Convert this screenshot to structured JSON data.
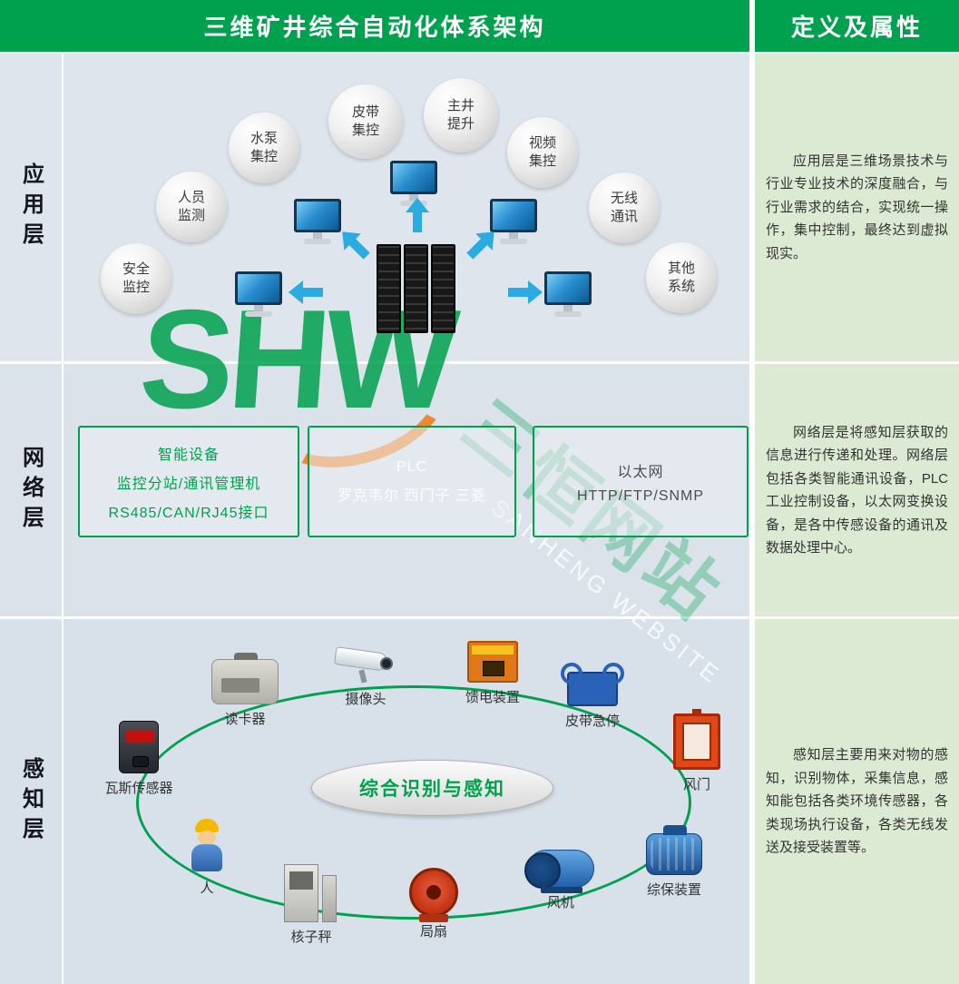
{
  "header": {
    "title": "三维矿井综合自动化体系架构",
    "right_title": "定义及属性"
  },
  "colors": {
    "green": "#00a14e",
    "arrow_blue": "#2aace3",
    "row_bg": "#dce4ec",
    "desc_bg": "#dcead3"
  },
  "watermark": {
    "logo": "SHW",
    "cn": "三恒网站",
    "en": "SANHENG WEBSITE"
  },
  "layers": [
    {
      "label": "应用层",
      "description": "应用层是三维场景技术与行业专业技术的深度融合，与行业需求的结合，实现统一操作，集中控制，最终达到虚拟现实。",
      "bubbles": [
        "安全监控",
        "人员监测",
        "水泵集控",
        "皮带集控",
        "主井提升",
        "视频集控",
        "无线通讯",
        "其他系统"
      ]
    },
    {
      "label": "网络层",
      "description": "网络层是将感知层获取的信息进行传递和处理。网络层包括各类智能通讯设备，PLC工业控制设备，以太网变换设备，是各中传感设备的通讯及数据处理中心。",
      "boxes": [
        {
          "line1": "智能设备",
          "line2": "监控分站/通讯管理机",
          "line3": "RS485/CAN/RJ45接口"
        },
        {
          "line1": "PLC",
          "line2": "罗克韦尔 西门子 三菱"
        },
        {
          "line1": "以太网",
          "line2": "HTTP/FTP/SNMP"
        }
      ]
    },
    {
      "label": "感知层",
      "description": "感知层主要用来对物的感知，识别物体，采集信息，感知能包括各类环境传感器，各类现场执行设备，各类无线发送及接受装置等。",
      "center_label": "综合识别与感知",
      "devices": [
        "瓦斯传感器",
        "读卡器",
        "摄像头",
        "馈电装置",
        "皮带急停",
        "风门",
        "综保装置",
        "风机",
        "局扇",
        "核子秤",
        "人"
      ]
    }
  ]
}
